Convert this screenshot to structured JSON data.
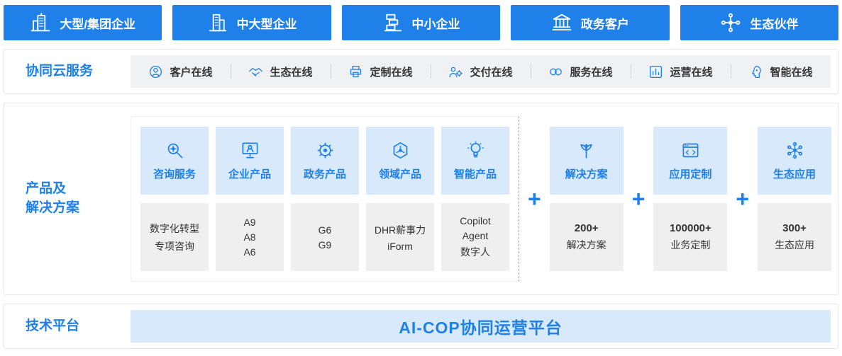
{
  "colors": {
    "primary_blue": "#1e80e8",
    "light_blue_card": "#d8e9fb",
    "gray_card": "#efefef",
    "services_bar_gray": "#f0f1f3",
    "text_dark": "#333333",
    "border": "#e3e6ea"
  },
  "top_tabs": [
    {
      "label": "大型/集团企业",
      "icon": "city-buildings-icon"
    },
    {
      "label": "中大型企业",
      "icon": "office-building-icon"
    },
    {
      "label": "中小企业",
      "icon": "small-building-icon"
    },
    {
      "label": "政务客户",
      "icon": "government-building-icon"
    },
    {
      "label": "生态伙伴",
      "icon": "ecosystem-network-icon"
    }
  ],
  "cloud_services": {
    "title": "协同云服务",
    "items": [
      {
        "label": "客户在线",
        "icon": "customer-person-icon"
      },
      {
        "label": "生态在线",
        "icon": "handshake-icon"
      },
      {
        "label": "定制在线",
        "icon": "printer-icon"
      },
      {
        "label": "交付在线",
        "icon": "person-gear-icon"
      },
      {
        "label": "服务在线",
        "icon": "infinity-icon"
      },
      {
        "label": "运营在线",
        "icon": "bar-chart-icon"
      },
      {
        "label": "智能在线",
        "icon": "ai-head-icon"
      }
    ]
  },
  "products": {
    "title_line1": "产品及",
    "title_line2": "解决方案",
    "plus": "+",
    "columns": [
      {
        "label": "咨询服务",
        "icon": "magnifier-gear-icon",
        "items": [
          "数字化转型",
          "专项咨询"
        ]
      },
      {
        "label": "企业产品",
        "icon": "monitor-person-icon",
        "items": [
          "A9",
          "A8",
          "A6"
        ]
      },
      {
        "label": "政务产品",
        "icon": "gear-icon",
        "items": [
          "G6",
          "G9"
        ]
      },
      {
        "label": "领域产品",
        "icon": "hexagon-node-icon",
        "items": [
          "DHR薪事力",
          "iForm"
        ]
      },
      {
        "label": "智能产品",
        "icon": "lightbulb-icon",
        "items": [
          "Copilot",
          "Agent",
          "数字人"
        ]
      }
    ],
    "right_columns": [
      {
        "label": "解决方案",
        "icon": "growth-arrows-icon",
        "value": "200+",
        "caption": "解决方案"
      },
      {
        "label": "应用定制",
        "icon": "browser-code-icon",
        "value": "100000+",
        "caption": "业务定制"
      },
      {
        "label": "生态应用",
        "icon": "molecule-icon",
        "value": "300+",
        "caption": "生态应用"
      }
    ]
  },
  "platform": {
    "title": "技术平台",
    "value": "AI-COP协同运营平台"
  }
}
